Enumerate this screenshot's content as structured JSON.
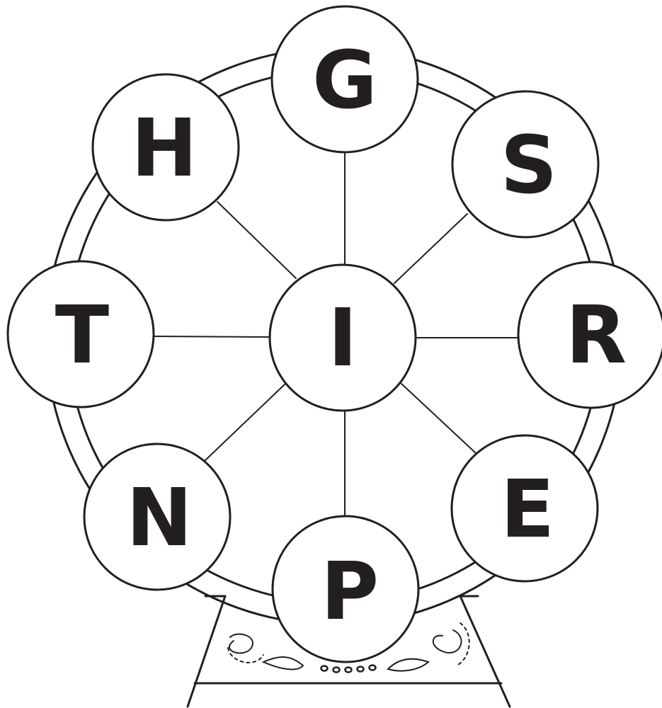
{
  "puzzle": {
    "center_letter": "I",
    "outer_letters": [
      {
        "id": "g",
        "letter": "G"
      },
      {
        "id": "s",
        "letter": "S"
      },
      {
        "id": "r",
        "letter": "R"
      },
      {
        "id": "e",
        "letter": "E"
      },
      {
        "id": "p",
        "letter": "P"
      },
      {
        "id": "n",
        "letter": "N"
      },
      {
        "id": "t",
        "letter": "T"
      },
      {
        "id": "h",
        "letter": "H"
      }
    ]
  },
  "colors": {
    "ink": "#231f20",
    "background": "#ffffff"
  }
}
